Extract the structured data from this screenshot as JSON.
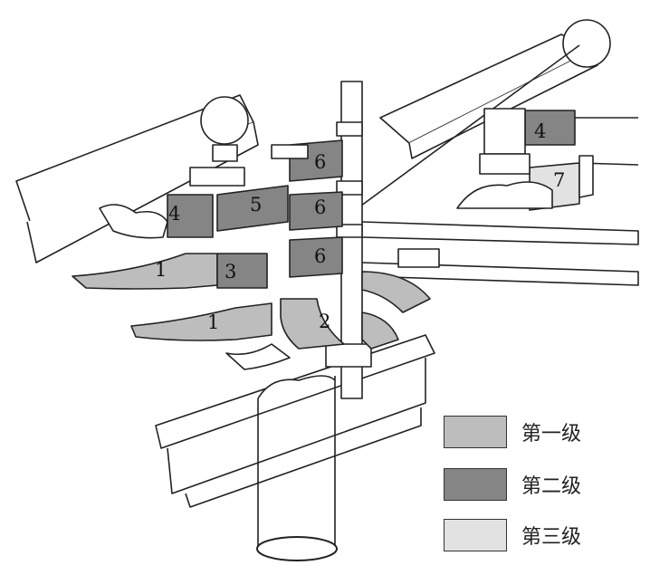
{
  "figure": {
    "labels": [
      "1",
      "1",
      "2",
      "3",
      "4",
      "4",
      "5",
      "6",
      "6",
      "6",
      "7"
    ]
  },
  "legend": {
    "items": [
      {
        "label": "第一级",
        "color": "#bdbdbd"
      },
      {
        "label": "第二级",
        "color": "#858585"
      },
      {
        "label": "第三级",
        "color": "#e2e2e2"
      }
    ]
  },
  "colors": {
    "level1": "#bdbdbd",
    "level2": "#858585",
    "level3": "#e2e2e2",
    "outline": "#222222"
  }
}
